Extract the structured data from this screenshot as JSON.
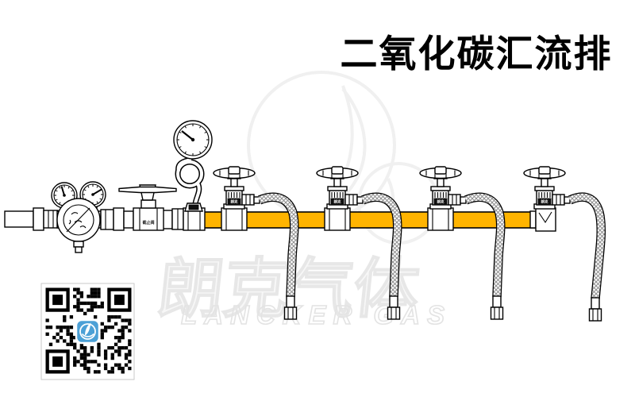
{
  "title": {
    "text": "二氧化碳汇流排"
  },
  "watermark": {
    "cn": "朗克气体",
    "en": "LANCKER GAS"
  },
  "colors": {
    "manifold": "#FFB400",
    "qr_logo": "#4BA0D6",
    "outline": "#000000",
    "watermark_gray": "#ECECEC"
  },
  "diagram": {
    "type": "gas-manifold-line-art",
    "station_count": 4,
    "labels": {
      "shutoff_valve": "截止阀",
      "station_valve": "朗克"
    },
    "components": [
      "pressure-regulator-with-two-gauges",
      "shutoff-valve-with-wing-handle",
      "manifold-pressure-gauge-with-pigtail",
      "yellow-manifold-pipe",
      "station-valve-with-braided-hose",
      "end-elbow"
    ]
  },
  "qr": {
    "modules": 25,
    "seed": 7
  }
}
